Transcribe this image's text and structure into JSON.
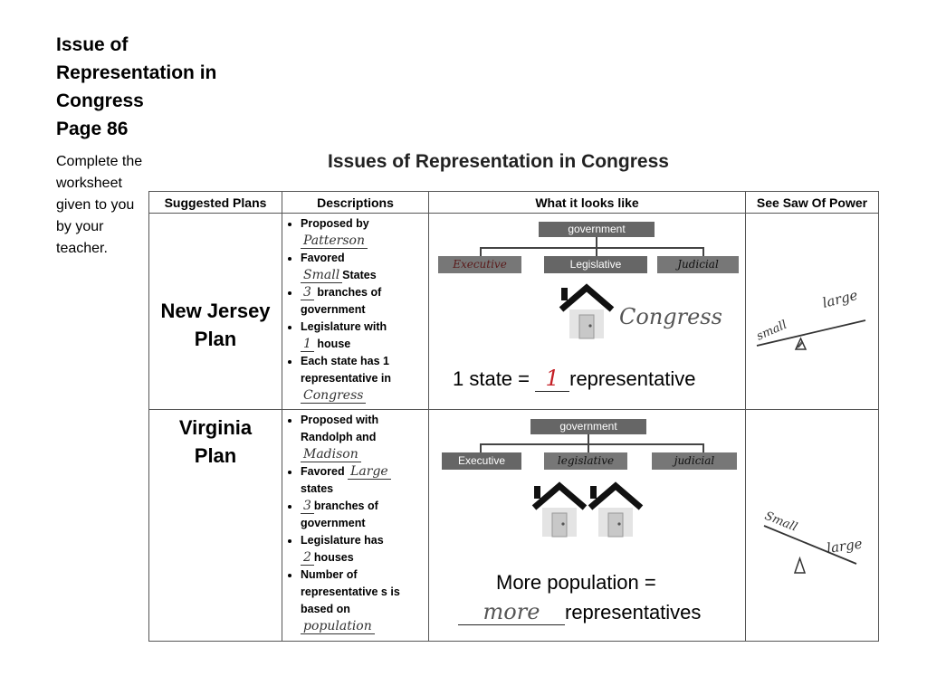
{
  "slide": {
    "title_lines": [
      "Issue of",
      "Representation in",
      "Congress",
      "Page 86"
    ],
    "instruction": "Complete the worksheet given to you by your teacher."
  },
  "worksheet": {
    "title": "Issues of Representation in Congress",
    "headers": {
      "plans": "Suggested Plans",
      "descriptions": "Descriptions",
      "looks": "What it looks like",
      "seesaw": "See Saw Of Power"
    },
    "nj": {
      "plan_line1": "New Jersey",
      "plan_line2": "Plan",
      "desc": {
        "proposed_by": "Proposed by",
        "proposed_answer": "Patterson",
        "favored": "Favored",
        "favored_answer": "Small",
        "states": "States",
        "branches_answer": "3",
        "branches_of": "branches of",
        "government": "government",
        "legislature_with": "Legislature with",
        "house_answer": "1",
        "house": "house",
        "each_state": "Each state has 1 representative in",
        "each_state_answer": "Congress"
      },
      "looks": {
        "government": "government",
        "executive": "Executive",
        "legislative": "Legislative",
        "judicial": "Judicial",
        "house_label": "Congress",
        "equation_prefix": "1 state = ",
        "equation_answer": "1",
        "equation_suffix": "representative"
      },
      "seesaw": {
        "small": "small",
        "large": "large"
      }
    },
    "va": {
      "plan_line1": "Virginia",
      "plan_line2": "Plan",
      "desc": {
        "proposed_with": "Proposed with Randolph and",
        "proposed_answer": "Madison",
        "favored": "Favored",
        "favored_answer": "Large",
        "states": "states",
        "branches_answer": "3",
        "branches_of": "branches of",
        "government": "government",
        "legislature_has": "Legislature has",
        "houses_answer": "2",
        "houses": "houses",
        "number_of": "Number of representative s is based on",
        "number_answer": "population"
      },
      "looks": {
        "government": "government",
        "executive": "Executive",
        "legislative": "legislative",
        "judicial": "judicial",
        "equation_line1": "More population =",
        "equation_answer": "more",
        "equation_suffix": "representatives"
      },
      "seesaw": {
        "small": "Small",
        "large": "large"
      }
    }
  }
}
